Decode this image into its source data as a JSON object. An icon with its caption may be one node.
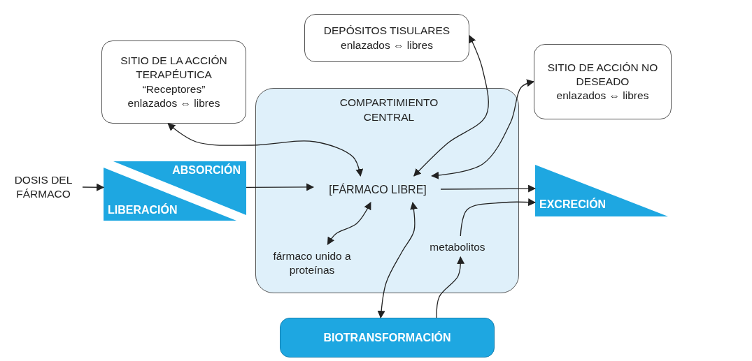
{
  "diagram": {
    "nodes": [
      {
        "text": [
          "SITIO DE LA ACCIÓN TERAPÉUTICA",
          "“Receptores”",
          "enlazados ⇔ libres"
        ]
      },
      {
        "text": [
          "DEPÓSITOS TISULARES",
          "enlazados ⇔ libres"
        ]
      },
      {
        "text": [
          "SITIO DE ACCIÓN NO DESEADO",
          "enlazados ⇔ libres"
        ]
      },
      {
        "text": [
          "DOSIS DEL FÁRMACO"
        ]
      },
      {
        "text": [
          "ABSORCIÓN",
          "LIBERACIÓN"
        ]
      },
      {
        "text": [
          "COMPARTIMIENTO CENTRAL"
        ]
      },
      {
        "text": [
          "[FÁRMACO LIBRE]"
        ],
        "in": 5
      },
      {
        "text": [
          "fármaco unido a proteínas"
        ],
        "in": 5
      },
      {
        "text": [
          "metabolitos"
        ],
        "in": 5
      },
      {
        "text": [
          "EXCRECIÓN"
        ]
      },
      {
        "text": [
          "BIOTRANSFORMACIÓN"
        ]
      }
    ],
    "edges": [
      {
        "from": 3,
        "to": 4,
        "arrow": "to"
      },
      {
        "from": 4,
        "to": 6,
        "arrow": "to"
      },
      {
        "from": 0,
        "to": 6,
        "arrow": "both"
      },
      {
        "from": 1,
        "to": 6,
        "arrow": "both"
      },
      {
        "from": 2,
        "to": 6,
        "arrow": "both"
      },
      {
        "from": 6,
        "to": 7,
        "arrow": "both"
      },
      {
        "from": 6,
        "to": 9,
        "arrow": "to"
      },
      {
        "from": 8,
        "to": 9,
        "arrow": "to"
      },
      {
        "from": 6,
        "to": 10,
        "arrow": "both"
      },
      {
        "from": 10,
        "to": 8,
        "arrow": "to"
      }
    ]
  }
}
